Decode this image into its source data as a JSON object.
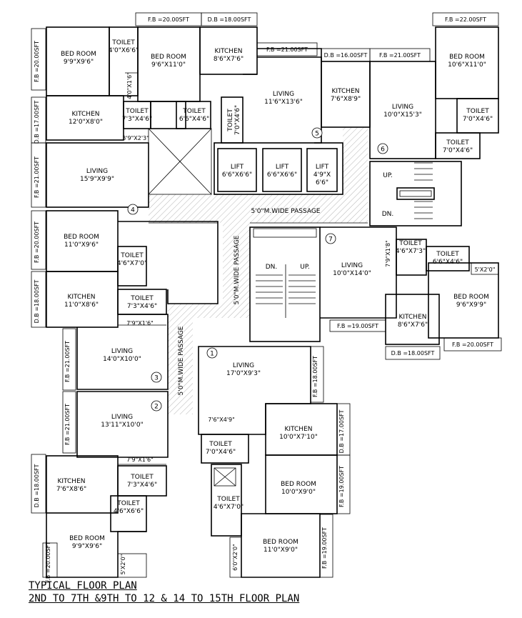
{
  "caption": {
    "line1": "TYPICAL FLOOR PLAN",
    "line2": "2ND TO 7TH &9TH TO 12 & 14 TO 15TH FLOOR PLAN"
  },
  "flats": [
    "1",
    "2",
    "3",
    "4",
    "5",
    "6",
    "7"
  ],
  "circulation": {
    "passage_main": "5'0\"M.WIDE PASSAGE",
    "passage_vertical": "5'0\"M.WIDE PASSAGE",
    "passage_left": "5'0\"M.WIDE PASSAGE",
    "stair_left_dn": "DN.",
    "stair_left_up": "UP.",
    "stair_right_up": "UP.",
    "stair_right_dn": "DN.",
    "lifts": [
      {
        "name": "LIFT",
        "size": "6'6\"X6'6\""
      },
      {
        "name": "LIFT",
        "size": "6'6\"X6'6\""
      },
      {
        "name": "LIFT",
        "size": "4'9\"X6'6\""
      }
    ]
  },
  "rooms": {
    "f4_bed": {
      "name": "BED ROOM",
      "size": "9'9\"X9'6\""
    },
    "f4_toilet": {
      "name": "TOILET",
      "size": "4'0\"X6'6\""
    },
    "f4_kitchen": {
      "name": "KITCHEN",
      "size": "12'0\"X8'0\""
    },
    "f4_toilet2": {
      "name": "TOILET",
      "size": "7'3\"X4'6\""
    },
    "f4_living": {
      "name": "LIVING",
      "size": "15'9\"X9'9\""
    },
    "f5_bed": {
      "name": "BED ROOM",
      "size": "9'6\"X11'0\""
    },
    "f5_kitchen": {
      "name": "KITCHEN",
      "size": "8'6\"X7'6\""
    },
    "f5_toilet1": {
      "name": "TOILET",
      "size": "6'6\"X4'6\""
    },
    "f5_toilet2": {
      "name": "TOILET",
      "size": "7'0\"X4'6\""
    },
    "f5_living": {
      "name": "LIVING",
      "size": "11'6\"X13'6\""
    },
    "f6_kitchen": {
      "name": "KITCHEN",
      "size": "7'6\"X8'9\""
    },
    "f6_living": {
      "name": "LIVING",
      "size": "10'0\"X15'3\""
    },
    "f6_bed": {
      "name": "BED ROOM",
      "size": "10'6\"X11'0\""
    },
    "f6_toilet1": {
      "name": "TOILET",
      "size": "7'0\"X4'6\""
    },
    "f6_toilet2": {
      "name": "TOILET",
      "size": "7'0\"X4'6\""
    },
    "f3_bed": {
      "name": "BED ROOM",
      "size": "11'0\"X9'6\""
    },
    "f3_toilet": {
      "name": "TOILET",
      "size": "4'6\"X7'0\""
    },
    "f3_kitchen": {
      "name": "KITCHEN",
      "size": "11'0\"X8'6\""
    },
    "f3_toilet2": {
      "name": "TOILET",
      "size": "7'3\"X4'6\""
    },
    "f3_living": {
      "name": "LIVING",
      "size": "14'0\"X10'0\""
    },
    "f7_toilet1": {
      "name": "TOILET",
      "size": "4'6\"X7'3\""
    },
    "f7_toilet2": {
      "name": "TOILET",
      "size": "6'6\"X4'6\""
    },
    "f7_living": {
      "name": "LIVING",
      "size": "10'0\"X14'0\""
    },
    "f7_bed": {
      "name": "BED ROOM",
      "size": "9'6\"X9'9\""
    },
    "f7_kitchen": {
      "name": "KITCHEN",
      "size": "8'6\"X7'6\""
    },
    "f1_living": {
      "name": "LIVING",
      "size": "17'0\"X9'3\""
    },
    "f1_kitchen": {
      "name": "KITCHEN",
      "size": "10'0\"X7'10\""
    },
    "f1_bed1": {
      "name": "BED ROOM",
      "size": "10'0\"X9'0\""
    },
    "f1_bed2": {
      "name": "BED ROOM",
      "size": "11'0\"X9'0\""
    },
    "f1_toilet1": {
      "name": "TOILET",
      "size": "7'0\"X4'6\""
    },
    "f1_toilet2": {
      "name": "TOILET",
      "size": "4'6\"X7'0\""
    },
    "f2_living": {
      "name": "LIVING",
      "size": "13'11\"X10'0\""
    },
    "f2_kitchen": {
      "name": "KITCHEN",
      "size": "7'6\"X8'6\""
    },
    "f2_toilet1": {
      "name": "TOILET",
      "size": "7'3\"X4'6\""
    },
    "f2_toilet2": {
      "name": "TOILET",
      "size": "4'6\"X6'6\""
    },
    "f2_bed": {
      "name": "BED ROOM",
      "size": "9'9\"X9'6\""
    }
  },
  "small_labels": {
    "f4_duct": "4'0\"X1'6\"",
    "f4_shaft": "3'9\"X2'3\"",
    "f3_passage": "7'9\"X1'6\"",
    "f2_passage": "7'9\"X1'6\"",
    "f1_passage": "7'6\"X4'9\"",
    "f7_duct": "7'9\"X1'8\"",
    "f7_balc": "5'X2'0\"",
    "f2_balc": "5'X2'0\"",
    "f1_balc": "6'0\"X2'0\""
  },
  "tags": {
    "fb_top_left": "F.B =20.00SFT",
    "db_top_left": "D.B =18.00SFT",
    "fb_top_mid": "F.B =21.00SFT",
    "db_top_mid": "D.B =16.00SFT",
    "fb_top_mid2": "F.B =21.00SFT",
    "fb_top_right": "F.B =22.00SFT",
    "l1": "F.B =20.00SFT",
    "l2": "D.B =17.00SFT",
    "l3": "F.B =21.00SFT",
    "l4": "F.B =20.00SFT",
    "l5": "D.B =18.00SFT",
    "l6": "F.B =21.00SFT",
    "l7": "F.B =21.00SFT",
    "l8": "D.B =18.00SFT",
    "l9": "F.B =20.00SFT",
    "r1": "F.B =18.00SFT",
    "r2": "D.B =17.00SFT",
    "r3": "F.B =19.00SFT",
    "r4": "F.B =19.00SFT",
    "f7_fb": "F.B =19.00SFT",
    "f7_db": "D.B =18.00SFT",
    "f7_fb2": "F.B =20.00SFT"
  }
}
